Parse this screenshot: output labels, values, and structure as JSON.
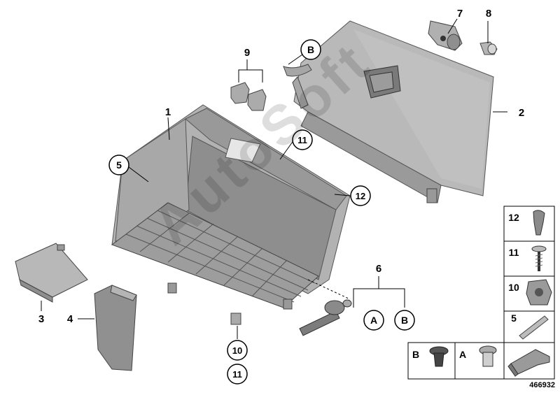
{
  "callouts": {
    "n1": "1",
    "n2": "2",
    "n3": "3",
    "n4": "4",
    "n5": "5",
    "n6": "6",
    "n7": "7",
    "n8": "8",
    "n9": "9",
    "n10": "10",
    "n11a": "11",
    "n11b": "11",
    "n12": "12",
    "a": "A",
    "b_top": "B",
    "b_right": "B"
  },
  "legend": {
    "l12": "12",
    "l11": "11",
    "l10": "10",
    "l5": "5",
    "lb": "B",
    "la": "A"
  },
  "diagram_id": "466932",
  "watermark": "AutoSoft",
  "colors": {
    "part_fill": "#b9b9b9",
    "part_dark": "#8a8a8a",
    "line": "#000000"
  }
}
